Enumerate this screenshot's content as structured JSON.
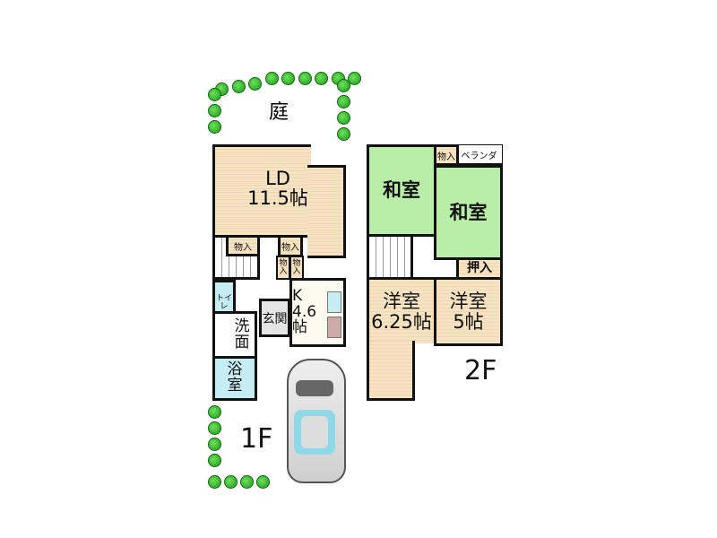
{
  "garden": {
    "label": "庭"
  },
  "first_floor": {
    "floor_label": "1F",
    "ld": {
      "name": "LD",
      "size": "11.5帖"
    },
    "kitchen": {
      "name": "K",
      "size": "4.6帖"
    },
    "storage_1": "物入",
    "storage_2": "物入",
    "storage_3": "物入",
    "storage_4": "物入",
    "entrance": "玄関",
    "toilet": "トイレ",
    "washroom": "洗面",
    "bathroom": "浴室"
  },
  "second_floor": {
    "floor_label": "2F",
    "japanese_room_1": "和室",
    "japanese_room_2": "和室",
    "storage": "物入",
    "balcony": "ベランダ",
    "closet": "押入",
    "western_room_1": {
      "name": "洋室",
      "size": "6.25帖"
    },
    "western_room_2": {
      "name": "洋室",
      "size": "5帖"
    }
  },
  "colors": {
    "tatami": "#b9eea9",
    "wood": "#f6e3c4",
    "wet_area": "#c6ecf4",
    "tree": "#1b9a1b"
  }
}
